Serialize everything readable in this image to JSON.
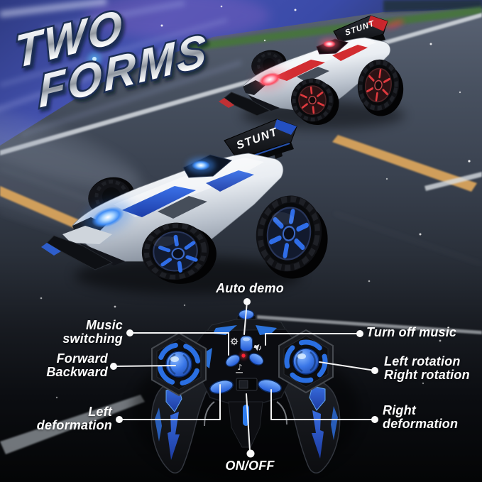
{
  "headline": {
    "line1": "TWO",
    "line2": "FORMS"
  },
  "cars": {
    "blue_car": {
      "spoiler_text": "STUNT",
      "accent": "#2f5fd6",
      "hub": "#2f6de8",
      "glow": "#4fa6ff",
      "body": "#e9edf2"
    },
    "red_car": {
      "spoiler_text": "STUNT",
      "accent": "#d22d31",
      "hub": "#e0393e",
      "glow": "#ff5d78",
      "body": "#e9edf2"
    }
  },
  "controller": {
    "body_color": "#0d0f13",
    "accent_color": "#2d7cf0",
    "led_color": "#ff2334",
    "icons": {
      "music_note_glyph": "♪"
    },
    "callouts": {
      "auto_demo": {
        "label": "Auto demo"
      },
      "music_switching": {
        "label": "Music\nswitching"
      },
      "turn_off_music": {
        "label": "Turn off music"
      },
      "forward_backward": {
        "label": "Forward\nBackward"
      },
      "left_rotation": {
        "label": "Left rotation\nRight rotation"
      },
      "left_deformation": {
        "label": "Left\ndeformation"
      },
      "right_deformation": {
        "label": "Right\ndeformation"
      },
      "on_off": {
        "label": "ON/OFF"
      }
    }
  },
  "road": {
    "yellow_line": "#d9a45c",
    "white_line": "#d8dde2",
    "grass": "#46743c",
    "sky_blue": "#3a4aa8",
    "headline_outline": "#1c2d52"
  }
}
